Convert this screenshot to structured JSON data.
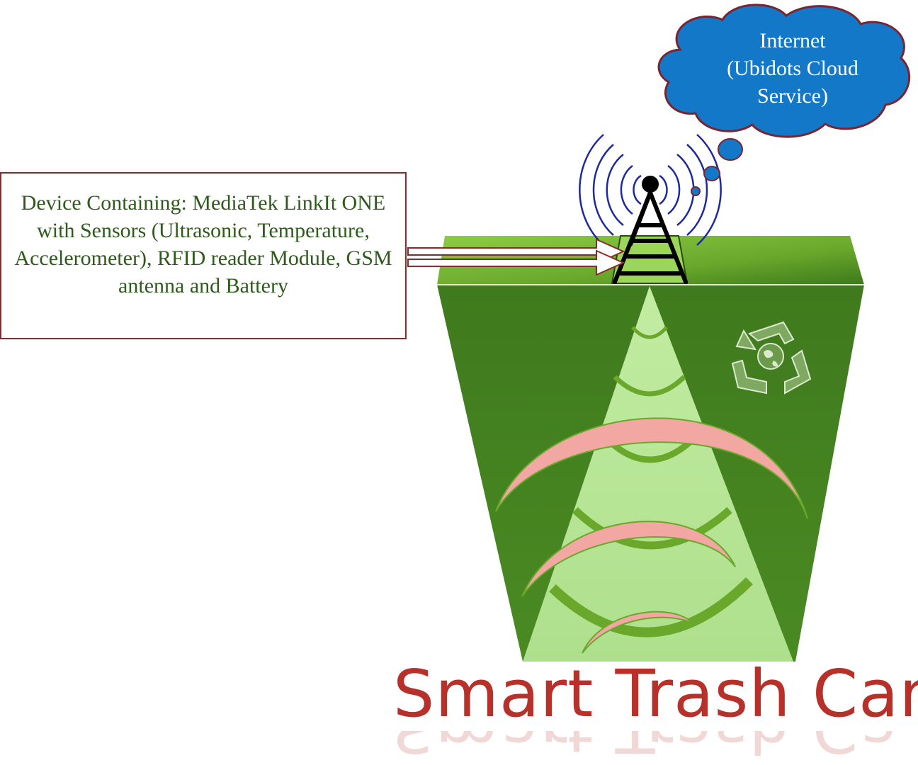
{
  "device_box": {
    "text": "Device Containing: MediaTek LinkIt ONE with Sensors (Ultrasonic, Temperature, Accelerometer), RFID reader Module, GSM antenna and Battery"
  },
  "cloud": {
    "line1": "Internet",
    "line2": "(Ubidots Cloud",
    "line3": "Service)"
  },
  "title": "Smart Trash Can",
  "colors": {
    "dark_green": "#3f7a1e",
    "lid_green": "#6aaa2a",
    "light_green": "#b6e495",
    "pink_wave": "#f0a5a0",
    "cloud_blue": "#1478c9",
    "cloud_outline": "#7a2430",
    "antenna_rings": "#1f2a9a",
    "title_red": "#b8302a",
    "box_border": "#8b2a2a",
    "box_text": "#2e5a1c"
  },
  "icons": [
    "antenna-tower-icon",
    "recycle-globe-icon",
    "cloud-icon"
  ]
}
